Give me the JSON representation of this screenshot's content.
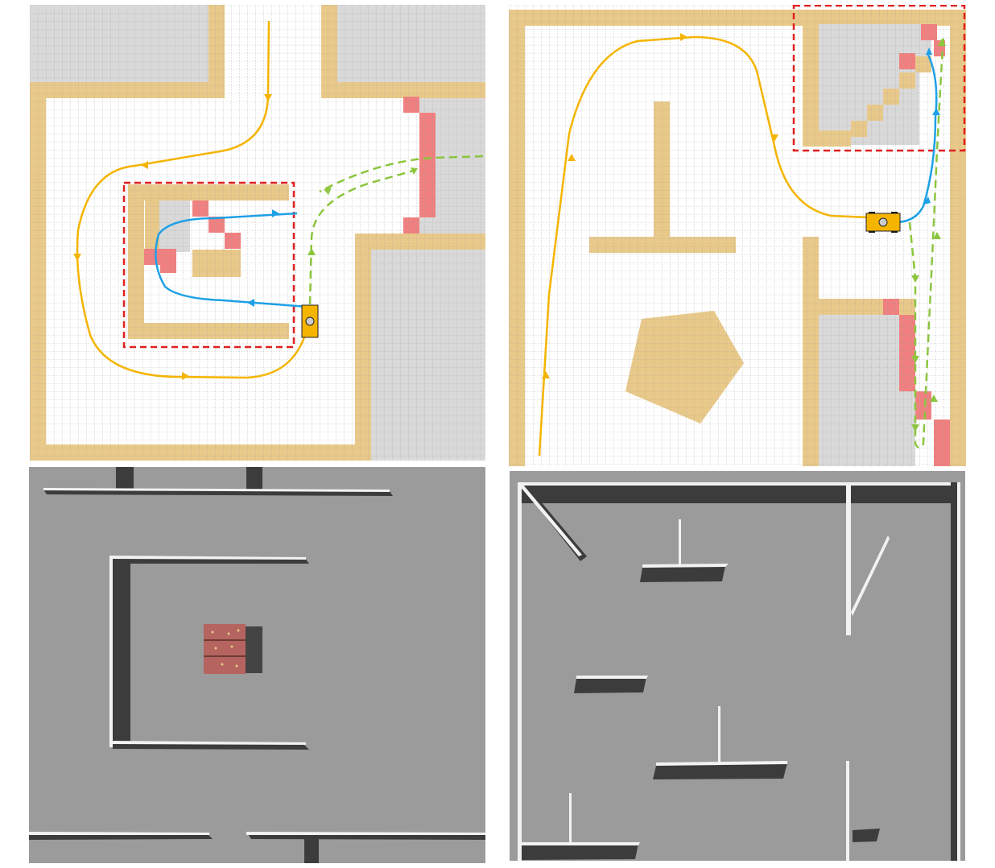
{
  "figure": {
    "panels": [
      {
        "id": "grid-map-left",
        "kind": "occupancy-grid-with-paths"
      },
      {
        "id": "grid-map-right",
        "kind": "occupancy-grid-with-paths"
      },
      {
        "id": "simulation-left",
        "kind": "3d-simulation-top-view"
      },
      {
        "id": "simulation-right",
        "kind": "3d-simulation-top-view"
      }
    ],
    "legend_colors": {
      "global_path": "#f5b400",
      "local_path": "#1ea0e6",
      "exploration_path": "#8cc63f",
      "roi_box": "#e02020",
      "frontier_cells": "#f08080",
      "wall_texture": "#e8c98a",
      "unknown_area": "#d9d9d9",
      "robot": "#f5b400",
      "sim_floor": "#9b9b9b",
      "sim_wall_shadow": "#3c3c3c"
    },
    "icons": [
      "robot-icon",
      "brick-box-icon"
    ]
  }
}
